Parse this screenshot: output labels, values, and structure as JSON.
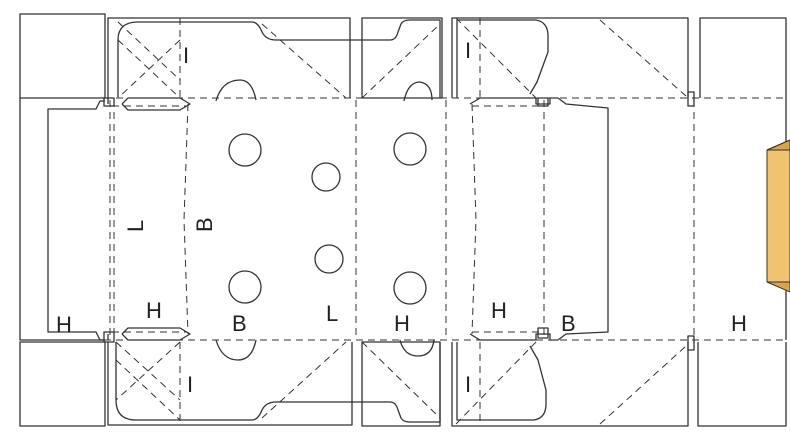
{
  "diagram": {
    "labels": {
      "I": "I",
      "L": "L",
      "B": "B",
      "H": "H"
    },
    "colors": {
      "line": "#333333",
      "box_front": "#f0c46e",
      "box_side": "#d9a54a",
      "background": "#ffffff"
    },
    "icons": [
      "box-icon"
    ]
  }
}
